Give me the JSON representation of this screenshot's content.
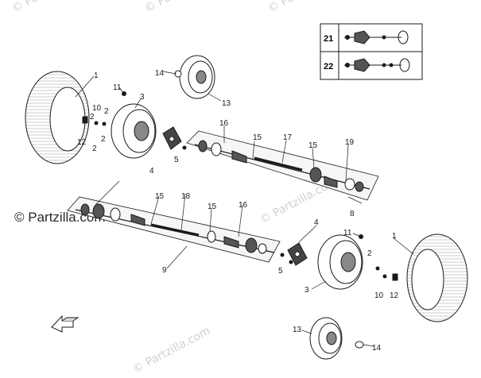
{
  "watermark": {
    "brand_main": "© Partzilla.com",
    "brand_faint": "© Partzilla.com"
  },
  "legend": {
    "rows": [
      {
        "number": "21"
      },
      {
        "number": "22"
      }
    ]
  },
  "callouts": {
    "c1_top": "1",
    "c1_bottom": "1",
    "c2_a": "2",
    "c2_b": "2",
    "c2_c": "2",
    "c2_d": "2",
    "c2_e": "2",
    "c3_top": "3",
    "c3_bottom": "3",
    "c4_top": "4",
    "c4_bottom": "4",
    "c5_top": "5",
    "c5_bottom": "5",
    "c8": "8",
    "c9": "9",
    "c10_top": "10",
    "c10_bottom": "10",
    "c11_top": "11",
    "c11_bottom": "11",
    "c12_top": "12",
    "c12_bottom": "12",
    "c13_top": "13",
    "c13_bottom": "13",
    "c14_top": "14",
    "c14_bottom": "14",
    "c15_a": "15",
    "c15_b": "15",
    "c15_c": "15",
    "c15_d": "15",
    "c16_top": "16",
    "c16_bottom": "16",
    "c17": "17",
    "c18": "18",
    "c19": "19"
  },
  "icons": {
    "front_arrow": "direction-arrow-icon"
  },
  "colors": {
    "line": "#1a1a1a",
    "watermark": "#c8c8c8",
    "panel": "#f4f4f4",
    "dark_part": "#444444"
  }
}
